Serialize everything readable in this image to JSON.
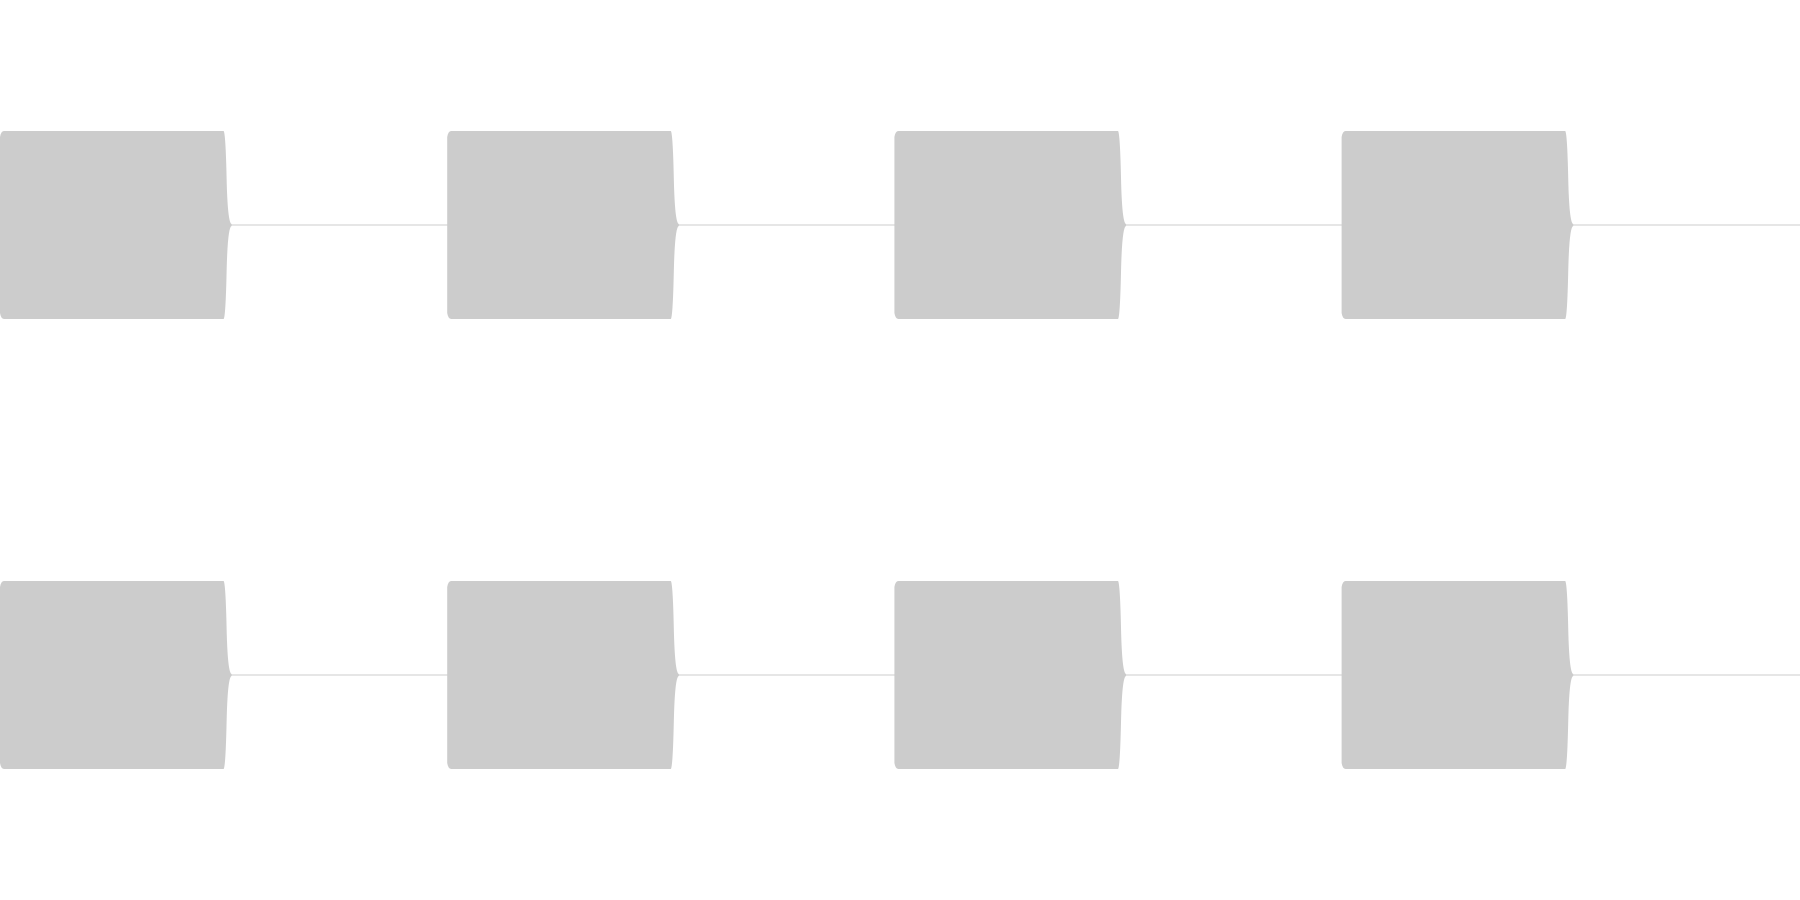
{
  "colors": {
    "background": "#ffffff",
    "waveform": "#cccccc"
  },
  "chart_data": {
    "type": "area",
    "title": "",
    "xlabel": "",
    "ylabel": "",
    "grid": false,
    "legend": "none",
    "channels": [
      {
        "bursts": [
          {
            "start": 0.0,
            "end": 1.0
          },
          {
            "start": 2.0,
            "end": 3.0
          },
          {
            "start": 4.0,
            "end": 5.0
          },
          {
            "start": 6.0,
            "end": 7.0
          }
        ]
      },
      {
        "bursts": [
          {
            "start": 0.0,
            "end": 1.0
          },
          {
            "start": 2.0,
            "end": 3.0
          },
          {
            "start": 4.0,
            "end": 5.0
          },
          {
            "start": 6.0,
            "end": 7.0
          }
        ]
      }
    ],
    "xlim": [
      0,
      8.05
    ],
    "amplitude": 0.95
  }
}
